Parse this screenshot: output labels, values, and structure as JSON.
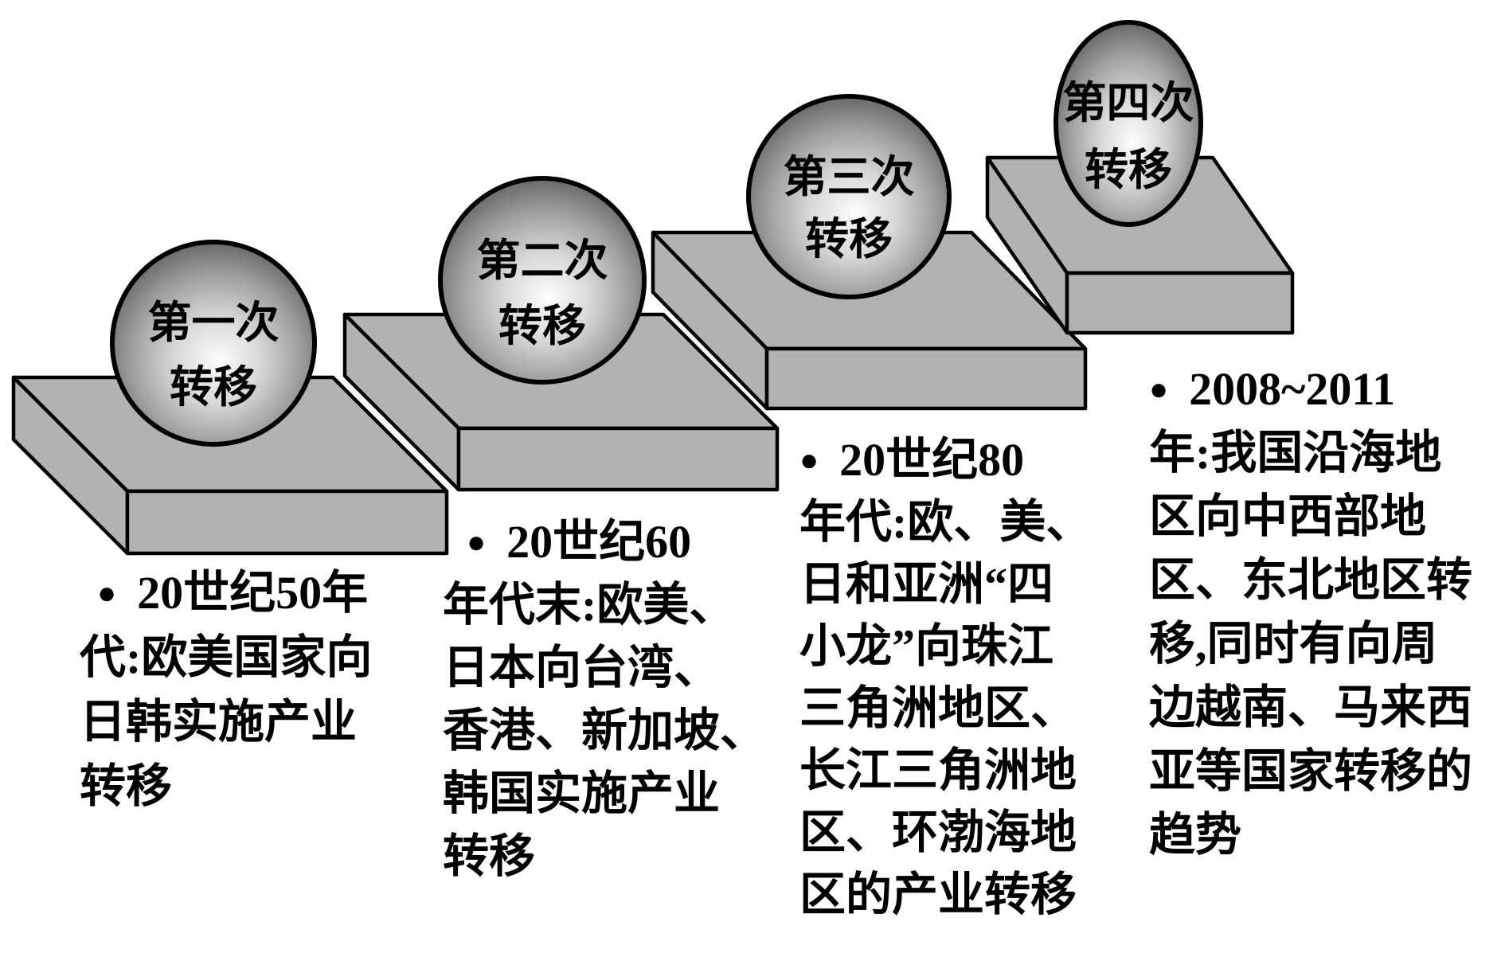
{
  "bullet_char": "●",
  "colors": {
    "background": "#ffffff",
    "platform_fill": "#b2b2b2",
    "outline": "#000000",
    "text": "#000000",
    "sphere_g0": "#fdfdfd",
    "sphere_g1": "#d9d9d9",
    "sphere_g2": "#9e9e9e",
    "sphere_g3": "#606060",
    "sphere_g4": "#333333"
  },
  "stages": [
    {
      "sphere_label_line1": "第一次",
      "sphere_label_line2": "转移",
      "desc_lines": [
        "20世纪50年",
        "代:欧美国家向",
        "日韩实施产业",
        "转移"
      ]
    },
    {
      "sphere_label_line1": "第二次",
      "sphere_label_line2": "转移",
      "desc_lines": [
        "20世纪60",
        "年代末:欧美、",
        "日本向台湾、",
        "香港、新加坡、",
        "韩国实施产业",
        "转移"
      ]
    },
    {
      "sphere_label_line1": "第三次",
      "sphere_label_line2": "转移",
      "desc_lines": [
        "20世纪80",
        "年代:欧、美、",
        "日和亚洲“四",
        "小龙”向珠江",
        "三角洲地区、",
        "长江三角洲地",
        "区、环渤海地",
        "区的产业转移"
      ]
    },
    {
      "sphere_label_line1": "第四次",
      "sphere_label_line2": "转移",
      "desc_lines": [
        "2008~2011",
        "年:我国沿海地",
        "区向中西部地",
        "区、东北地区转",
        "移,同时有向周",
        "边越南、马来西",
        "亚等国家转移的",
        "趋势"
      ]
    }
  ]
}
